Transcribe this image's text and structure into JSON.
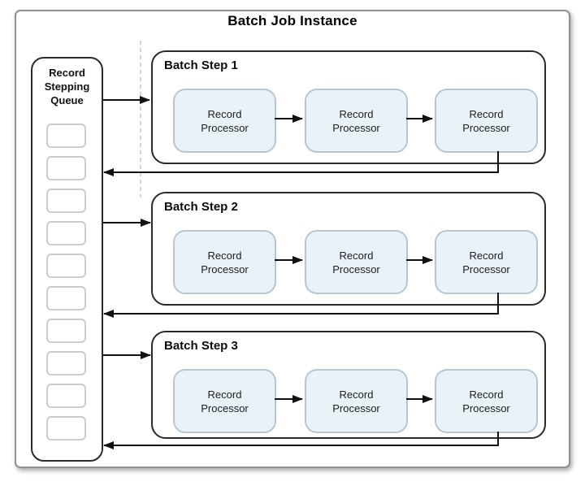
{
  "title": "Batch Job Instance",
  "queue": {
    "label": "Record Stepping Queue",
    "slot_count": 10
  },
  "steps": [
    {
      "label": "Batch Step 1",
      "processors": [
        "Record Processor",
        "Record Processor",
        "Record Processor"
      ]
    },
    {
      "label": "Batch Step 2",
      "processors": [
        "Record Processor",
        "Record Processor",
        "Record Processor"
      ]
    },
    {
      "label": "Batch Step 3",
      "processors": [
        "Record Processor",
        "Record Processor",
        "Record Processor"
      ]
    }
  ],
  "colors": {
    "processor_fill": "#e9f1f9",
    "processor_border": "#b9c5d1",
    "box_border": "#2a2a2a",
    "card_border": "#909090",
    "slot_border": "#cccccc",
    "arrow_line": "#111111",
    "dashed_guide": "#c6c6c6"
  }
}
